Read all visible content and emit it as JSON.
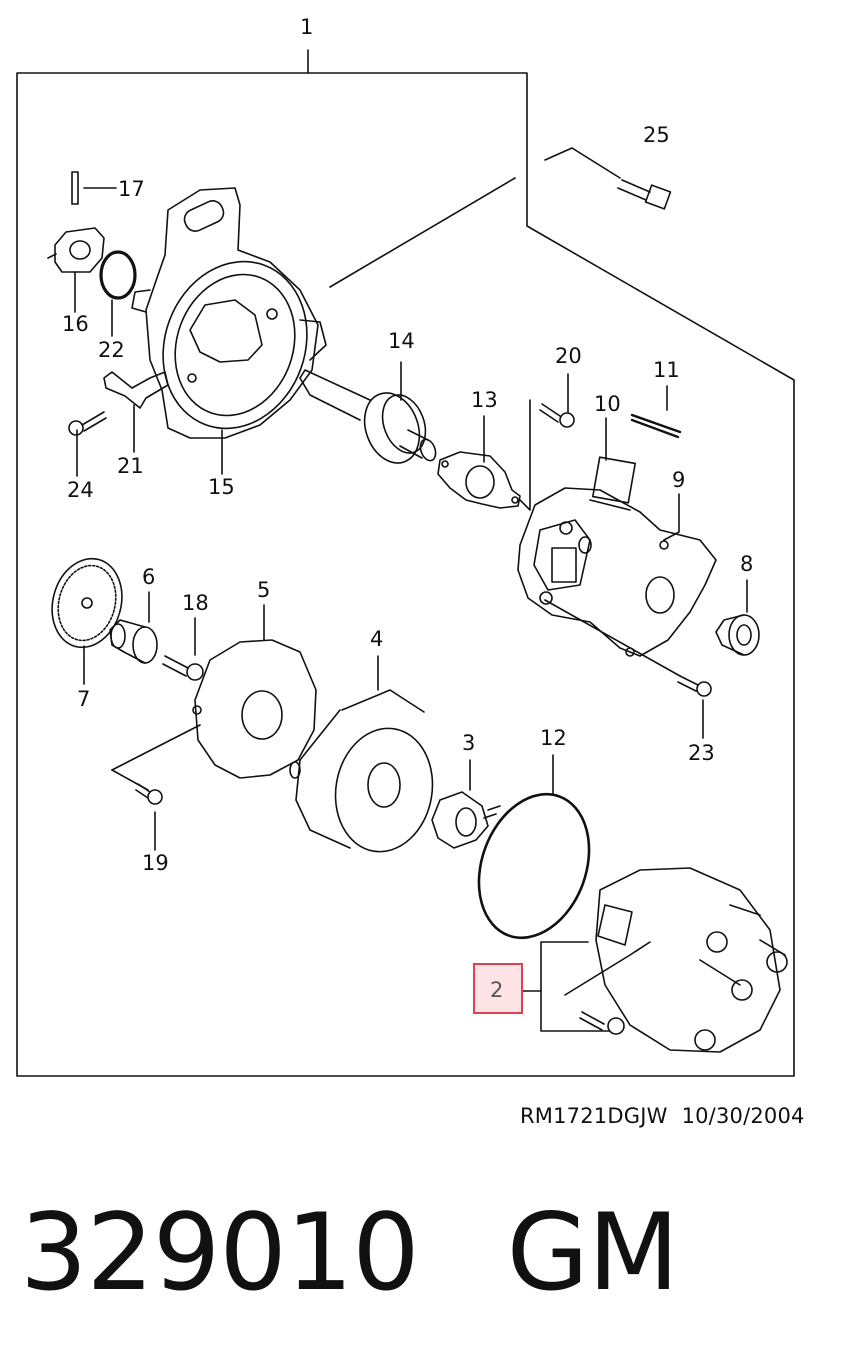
{
  "callouts": [
    {
      "id": "1",
      "text": "1"
    },
    {
      "id": "2",
      "text": "2"
    },
    {
      "id": "3",
      "text": "3"
    },
    {
      "id": "4",
      "text": "4"
    },
    {
      "id": "5",
      "text": "5"
    },
    {
      "id": "6",
      "text": "6"
    },
    {
      "id": "7",
      "text": "7"
    },
    {
      "id": "8",
      "text": "8"
    },
    {
      "id": "9",
      "text": "9"
    },
    {
      "id": "10",
      "text": "10"
    },
    {
      "id": "11",
      "text": "11"
    },
    {
      "id": "12",
      "text": "12"
    },
    {
      "id": "13",
      "text": "13"
    },
    {
      "id": "14",
      "text": "14"
    },
    {
      "id": "15",
      "text": "15"
    },
    {
      "id": "16",
      "text": "16"
    },
    {
      "id": "17",
      "text": "17"
    },
    {
      "id": "18",
      "text": "18"
    },
    {
      "id": "19",
      "text": "19"
    },
    {
      "id": "20",
      "text": "20"
    },
    {
      "id": "21",
      "text": "21"
    },
    {
      "id": "22",
      "text": "22"
    },
    {
      "id": "23",
      "text": "23"
    },
    {
      "id": "24",
      "text": "24"
    },
    {
      "id": "25",
      "text": "25"
    }
  ],
  "highlighted_callout": "2",
  "highlight_color": "#e04050",
  "reference": {
    "code": "RM1721DGJW",
    "date": "10/30/2004"
  },
  "part_number": "329010",
  "brand": "GM"
}
